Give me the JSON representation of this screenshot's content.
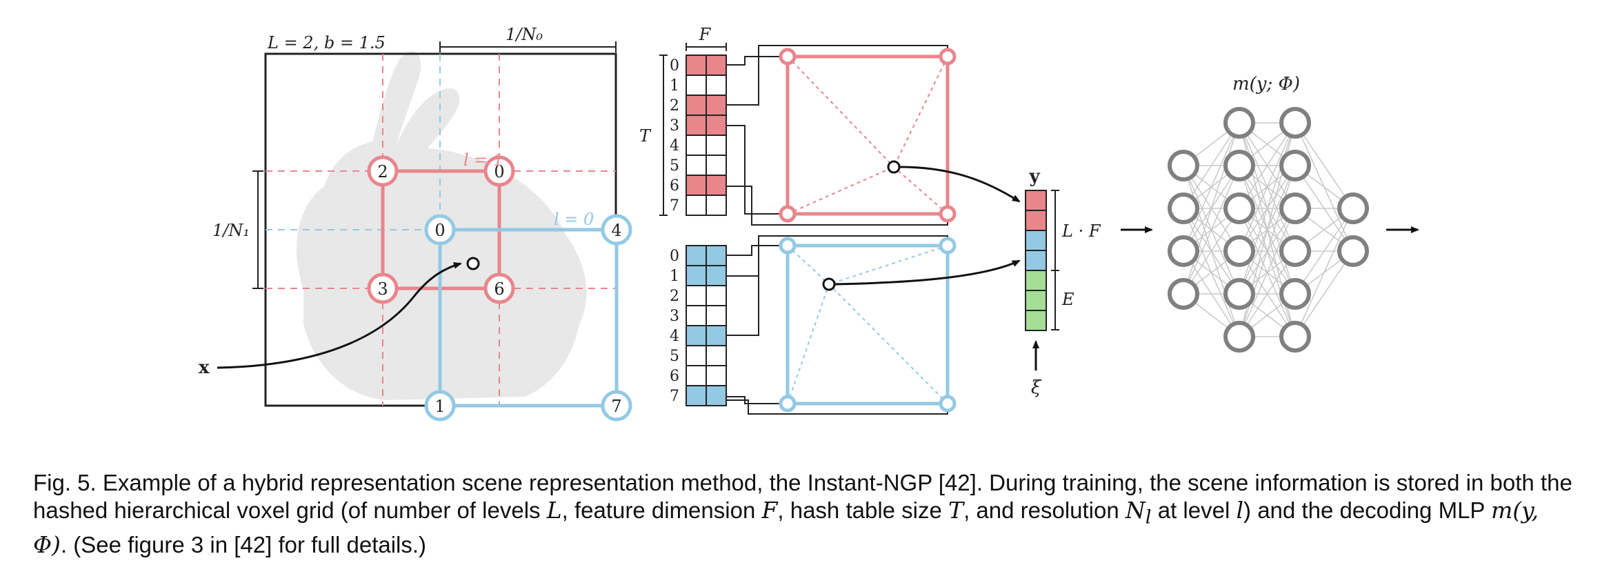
{
  "colors": {
    "red": "#e8868c",
    "blue": "#93c9e3",
    "green": "#a6dd97",
    "gray": "#808080",
    "line": "#222222"
  },
  "labels": {
    "params": "L = 2,   b = 1.5",
    "n0": "1/N₀",
    "n1": "1/N₁",
    "level1": "l = 1",
    "level0": "l = 0",
    "x": "x",
    "F": "F",
    "T": "T",
    "y": "y",
    "LF": "L · F",
    "E": "E",
    "xi": "ξ",
    "mlp": "m(y; Φ)"
  },
  "grid": {
    "red_corners": [
      "2",
      "0",
      "3",
      "6"
    ],
    "blue_corners": [
      "0",
      "4",
      "1",
      "7"
    ]
  },
  "hash_tables": {
    "indices": [
      "0",
      "1",
      "2",
      "3",
      "4",
      "5",
      "6",
      "7"
    ],
    "red_filled": [
      0,
      2,
      3,
      6
    ],
    "blue_filled": [
      0,
      1,
      4,
      7
    ]
  },
  "feature_vector": [
    "red",
    "red",
    "blue",
    "blue",
    "green",
    "green",
    "green"
  ],
  "mlp_layers": [
    4,
    6,
    6,
    2
  ],
  "caption": {
    "p1": "Fig. 5. Example of a hybrid representation scene representation method, the Instant-NGP [42]. During training, the scene information is stored in both the hashed hierarchical voxel grid (of number of levels ",
    "L": "L",
    "p2": ", feature dimension ",
    "F": "F",
    "p3": ", hash table size ",
    "T": "T",
    "p4": ", and resolution ",
    "Nl": "N",
    "Nl_sub": "l",
    "p5": " at level ",
    "l": "l",
    "p6": ") and the decoding MLP ",
    "m": "m(y, Φ)",
    "p7": ". (See figure 3 in [42] for full details.)"
  }
}
